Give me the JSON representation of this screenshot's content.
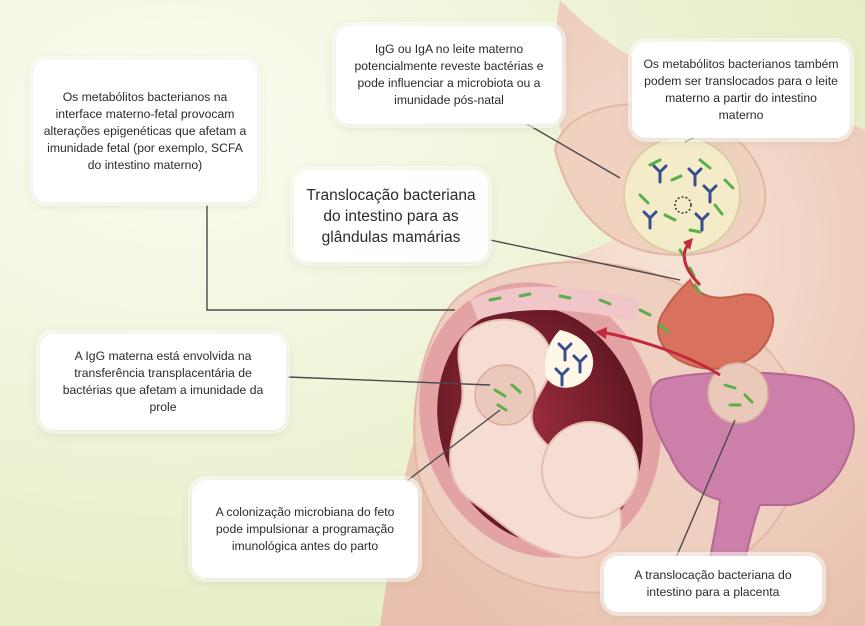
{
  "callouts": {
    "maternal_fetal_metabolites": "Os metabólitos bacterianos na interface materno-fetal provocam alterações epigenéticas que afetam a imunidade fetal (por exemplo, SCFA do intestino materno)",
    "igg_iga_milk": "IgG ou IgA no leite materno potencialmente reveste bactérias e pode influenciar a microbiota ou a imunidade pós-natal",
    "metabolites_milk": "Os metabólitos bacterianos também podem ser translocados para o leite materno a partir do intestino materno",
    "translocation_mammary": "Translocação bacteriana do intestino para as glândulas mamárias",
    "maternal_igg": "A IgG materna está envolvida na transferência transplacentária de bactérias que afetam a imunidade da prole",
    "fetal_colonization": "A colonização microbiana do feto pode impulsionar a programação imunológica antes do parto",
    "translocation_placenta": "A translocação bacteriana do intestino para a placenta"
  },
  "colors": {
    "skin": "#f2d6c6",
    "skin_shadow": "#e4b9a6",
    "uterus": "#d98f96",
    "womb_dark": "#7a1f2e",
    "fetus": "#f5dcd2",
    "stomach": "#d9715f",
    "intestine": "#cc7fa9",
    "bacteria": "#5cae48",
    "antibody": "#3a4d8f",
    "arrow": "#c4283a",
    "leader_line": "#4a4a4a"
  }
}
